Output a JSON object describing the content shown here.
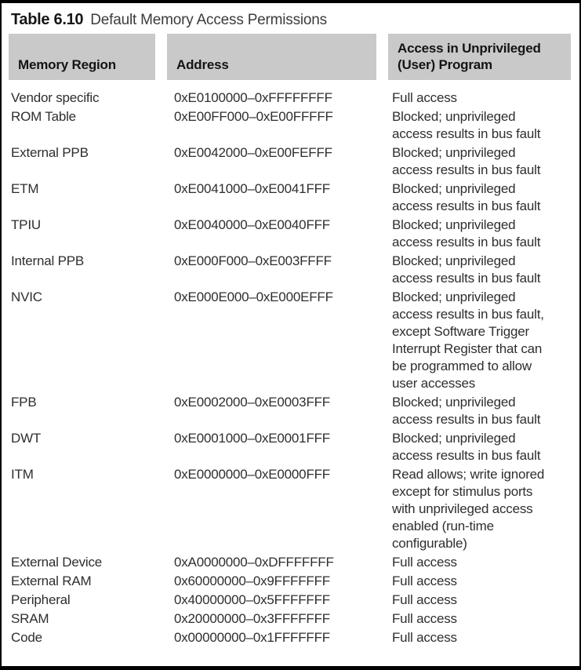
{
  "colors": {
    "header_bg": "#c9c9c9",
    "border": "#000000",
    "title_text": "#161616",
    "body_text": "#2e2e2e"
  },
  "table": {
    "title_label": "Table 6.10",
    "title_text": "Default Memory Access Permissions",
    "columns": {
      "region": "Memory Region",
      "address": "Address",
      "access": [
        "Access in Unprivileged",
        "(User) Program"
      ]
    },
    "rows": [
      {
        "region": "Vendor specific",
        "address": "0xE0100000–0xFFFFFFFF",
        "access": [
          "Full access"
        ]
      },
      {
        "region": "ROM Table",
        "address": "0xE00FF000–0xE00FFFFF",
        "access": [
          "Blocked; unprivileged",
          "access results in bus fault"
        ]
      },
      {
        "region": "External PPB",
        "address": "0xE0042000–0xE00FEFFF",
        "access": [
          "Blocked; unprivileged",
          "access results in bus fault"
        ]
      },
      {
        "region": "ETM",
        "address": "0xE0041000–0xE0041FFF",
        "access": [
          "Blocked; unprivileged",
          "access results in bus fault"
        ]
      },
      {
        "region": "TPIU",
        "address": "0xE0040000–0xE0040FFF",
        "access": [
          "Blocked; unprivileged",
          "access results in bus fault"
        ]
      },
      {
        "region": "Internal PPB",
        "address": "0xE000F000–0xE003FFFF",
        "access": [
          "Blocked; unprivileged",
          "access results in bus fault"
        ]
      },
      {
        "region": "NVIC",
        "address": "0xE000E000–0xE000EFFF",
        "access": [
          "Blocked; unprivileged",
          "access results in bus fault,",
          "except Software Trigger",
          "Interrupt Register that can",
          "be programmed to allow",
          "user accesses"
        ]
      },
      {
        "region": "FPB",
        "address": "0xE0002000–0xE0003FFF",
        "access": [
          "Blocked; unprivileged",
          "access results in bus fault"
        ]
      },
      {
        "region": "DWT",
        "address": "0xE0001000–0xE0001FFF",
        "access": [
          "Blocked; unprivileged",
          "access results in bus fault"
        ]
      },
      {
        "region": "ITM",
        "address": "0xE0000000–0xE0000FFF",
        "access": [
          "Read allows; write ignored",
          "except for stimulus ports",
          "with unprivileged access",
          "enabled (run-time",
          "configurable)"
        ]
      },
      {
        "region": "External Device",
        "address": "0xA0000000–0xDFFFFFFF",
        "access": [
          "Full access"
        ]
      },
      {
        "region": "External RAM",
        "address": "0x60000000–0x9FFFFFFF",
        "access": [
          "Full access"
        ]
      },
      {
        "region": "Peripheral",
        "address": "0x40000000–0x5FFFFFFF",
        "access": [
          "Full access"
        ]
      },
      {
        "region": "SRAM",
        "address": "0x20000000–0x3FFFFFFF",
        "access": [
          "Full access"
        ]
      },
      {
        "region": "Code",
        "address": "0x00000000–0x1FFFFFFF",
        "access": [
          "Full access"
        ]
      }
    ]
  }
}
